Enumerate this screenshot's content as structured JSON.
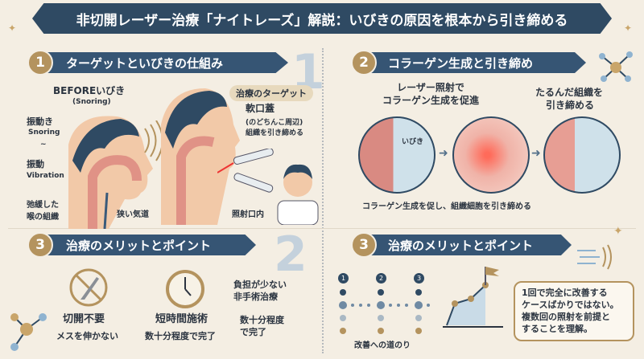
{
  "title": "非切開レーザー治療「ナイトレーズ」解説：いびきの原因を根本から引き締める",
  "section1": {
    "num": "1",
    "title": "ターゲットといびきの仕組み",
    "big": "1",
    "before": "BEFOREいびき",
    "before_sub": "(Snoring)",
    "snoring_ja": "振動き",
    "snoring_en": "Snoring",
    "tilde": "~",
    "vibration_ja": "振動",
    "vibration_en": "Vibration",
    "relaxed": "弛緩した\n喉の組織",
    "narrow": "狭い気道",
    "target_tag": "治療のターゲット",
    "soft_palate": "軟口蓋",
    "soft_palate_sub": "(のどちんこ周辺)",
    "tighten": "組織を引き締める",
    "irradiate": "照射口内"
  },
  "section2": {
    "num": "2",
    "title": "コラーゲン生成と引き締め",
    "laser_line1": "レーザー照射で",
    "laser_line2": "コラーゲン生成を促進",
    "sag_line1": "たるんだ組織を",
    "sag_line2": "引き締める",
    "snore_label": "いびき",
    "caption": "コラーゲン生成を促し、組織細胞を引き締める"
  },
  "section3a": {
    "num": "3",
    "title": "治療のメリットとポイント",
    "big": "2",
    "no_incision": "切開不要",
    "no_knife": "メスを伸かない",
    "short": "短時間施術",
    "short_sub": "数十分程度で完了",
    "burden1": "負担が少ない",
    "burden2": "非手術治療",
    "minutes1": "数十分程度",
    "minutes2": "で完了"
  },
  "section3b": {
    "num": "3",
    "title": "治療のメリットとポイント",
    "steps": [
      "1",
      "2",
      "3"
    ],
    "road": "改善への道のり",
    "note": "1回で完全に改善する\nケースばかりではない。\n複数回の照射を前提と\nすることを理解。"
  },
  "colors": {
    "navy": "#2f4a63",
    "gold": "#b4935e",
    "bg": "#f4eee3"
  }
}
